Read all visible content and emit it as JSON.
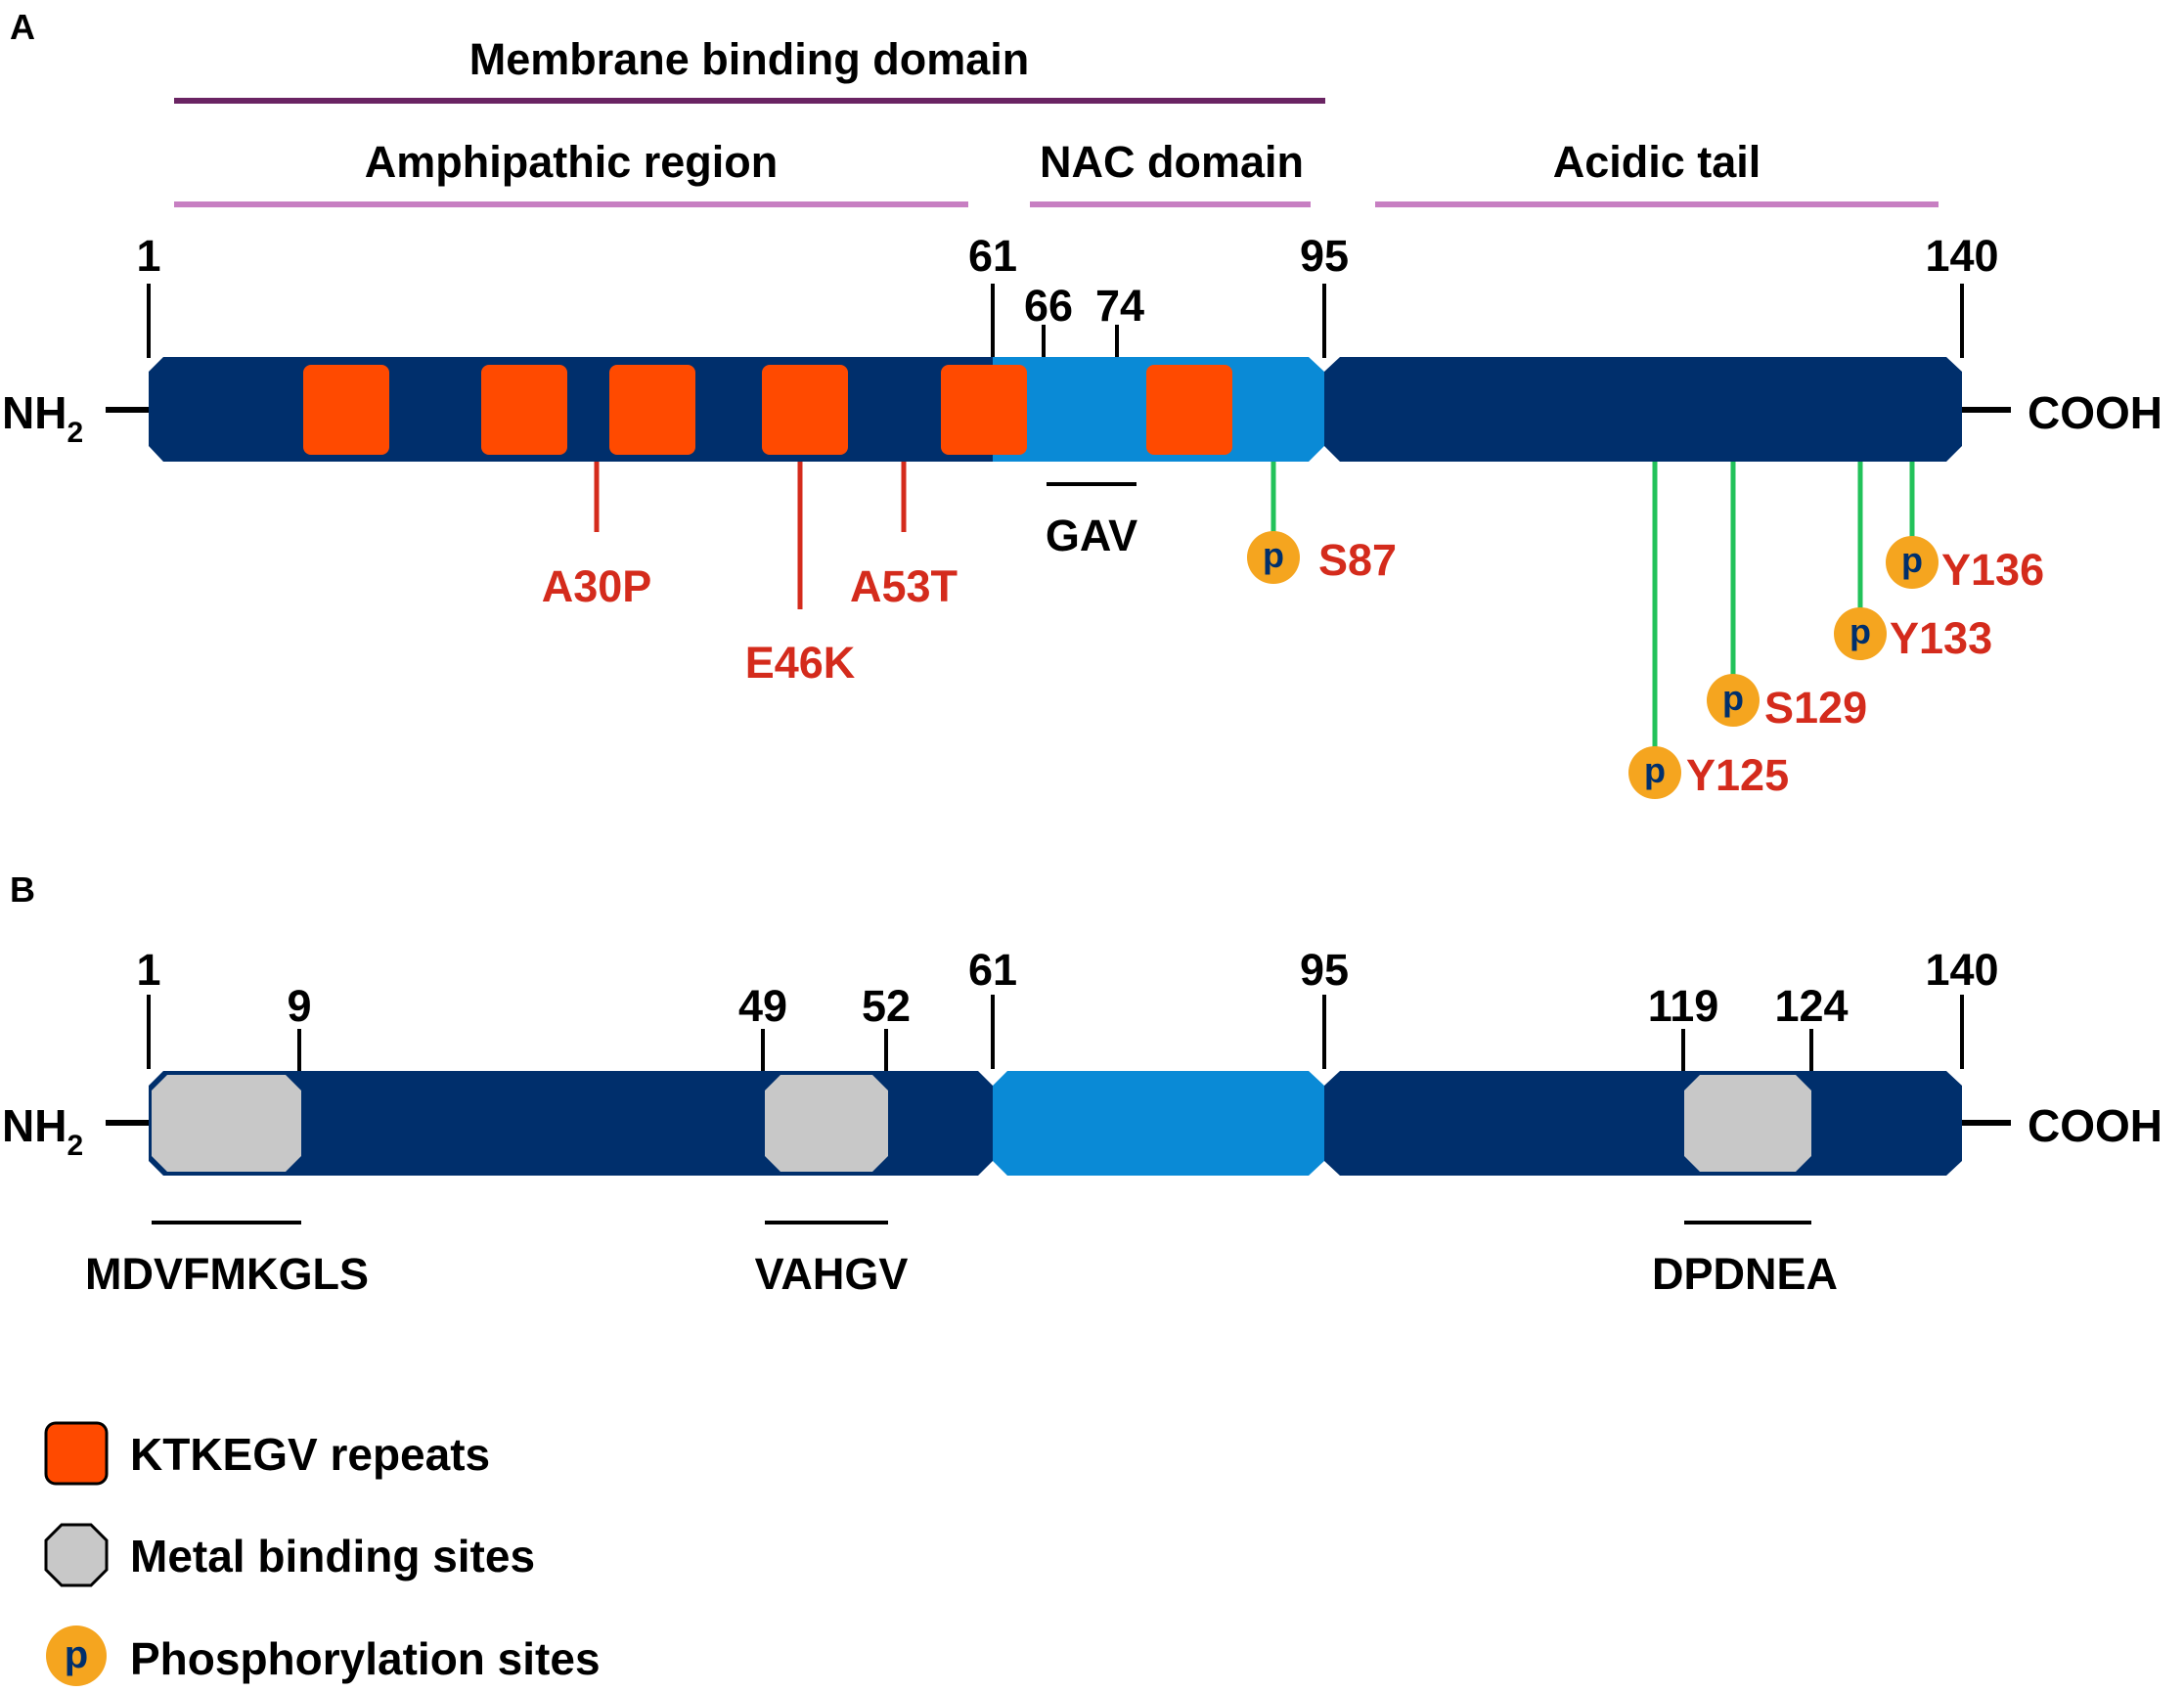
{
  "colors": {
    "dark_blue": "#002f6c",
    "nac_blue": "#0a8ad6",
    "repeat_orange": "#ff4a00",
    "metal_gray": "#c8c8c8",
    "phospho_yellow": "#f5a51f",
    "phospho_line": "#22c25a",
    "mutation_red": "#d42b1c",
    "dark_purple": "#6a2463",
    "light_purple": "#c77fc2"
  },
  "panel_a": {
    "label": "A",
    "membrane_domain": "Membrane binding domain",
    "amphipathic_region": "Amphipathic region",
    "nac_domain": "NAC domain",
    "acidic_tail": "Acidic tail",
    "positions": {
      "p1": "1",
      "p61": "61",
      "p66": "66",
      "p74": "74",
      "p95": "95",
      "p140": "140"
    },
    "nh2_main": "NH",
    "nh2_sub": "2",
    "cooh": "COOH",
    "gav": "GAV",
    "mutations": {
      "a30p": "A30P",
      "e46k": "E46K",
      "a53t": "A53T"
    },
    "phospho_symbol": "p",
    "phospho_sites": {
      "s87": "S87",
      "y125": "Y125",
      "s129": "S129",
      "y133": "Y133",
      "y136": "Y136"
    }
  },
  "panel_b": {
    "label": "B",
    "positions": {
      "p1": "1",
      "p9": "9",
      "p49": "49",
      "p52": "52",
      "p61": "61",
      "p95": "95",
      "p119": "119",
      "p124": "124",
      "p140": "140"
    },
    "nh2_main": "NH",
    "nh2_sub": "2",
    "cooh": "COOH",
    "motifs": {
      "mdvf": "MDVFMKGLS",
      "vahgv": "VAHGV",
      "dpdnea": "DPDNEA"
    }
  },
  "legend": {
    "repeats": "KTKEGV repeats",
    "metal": "Metal binding sites",
    "phospho": "Phosphorylation sites",
    "phospho_symbol": "p"
  }
}
